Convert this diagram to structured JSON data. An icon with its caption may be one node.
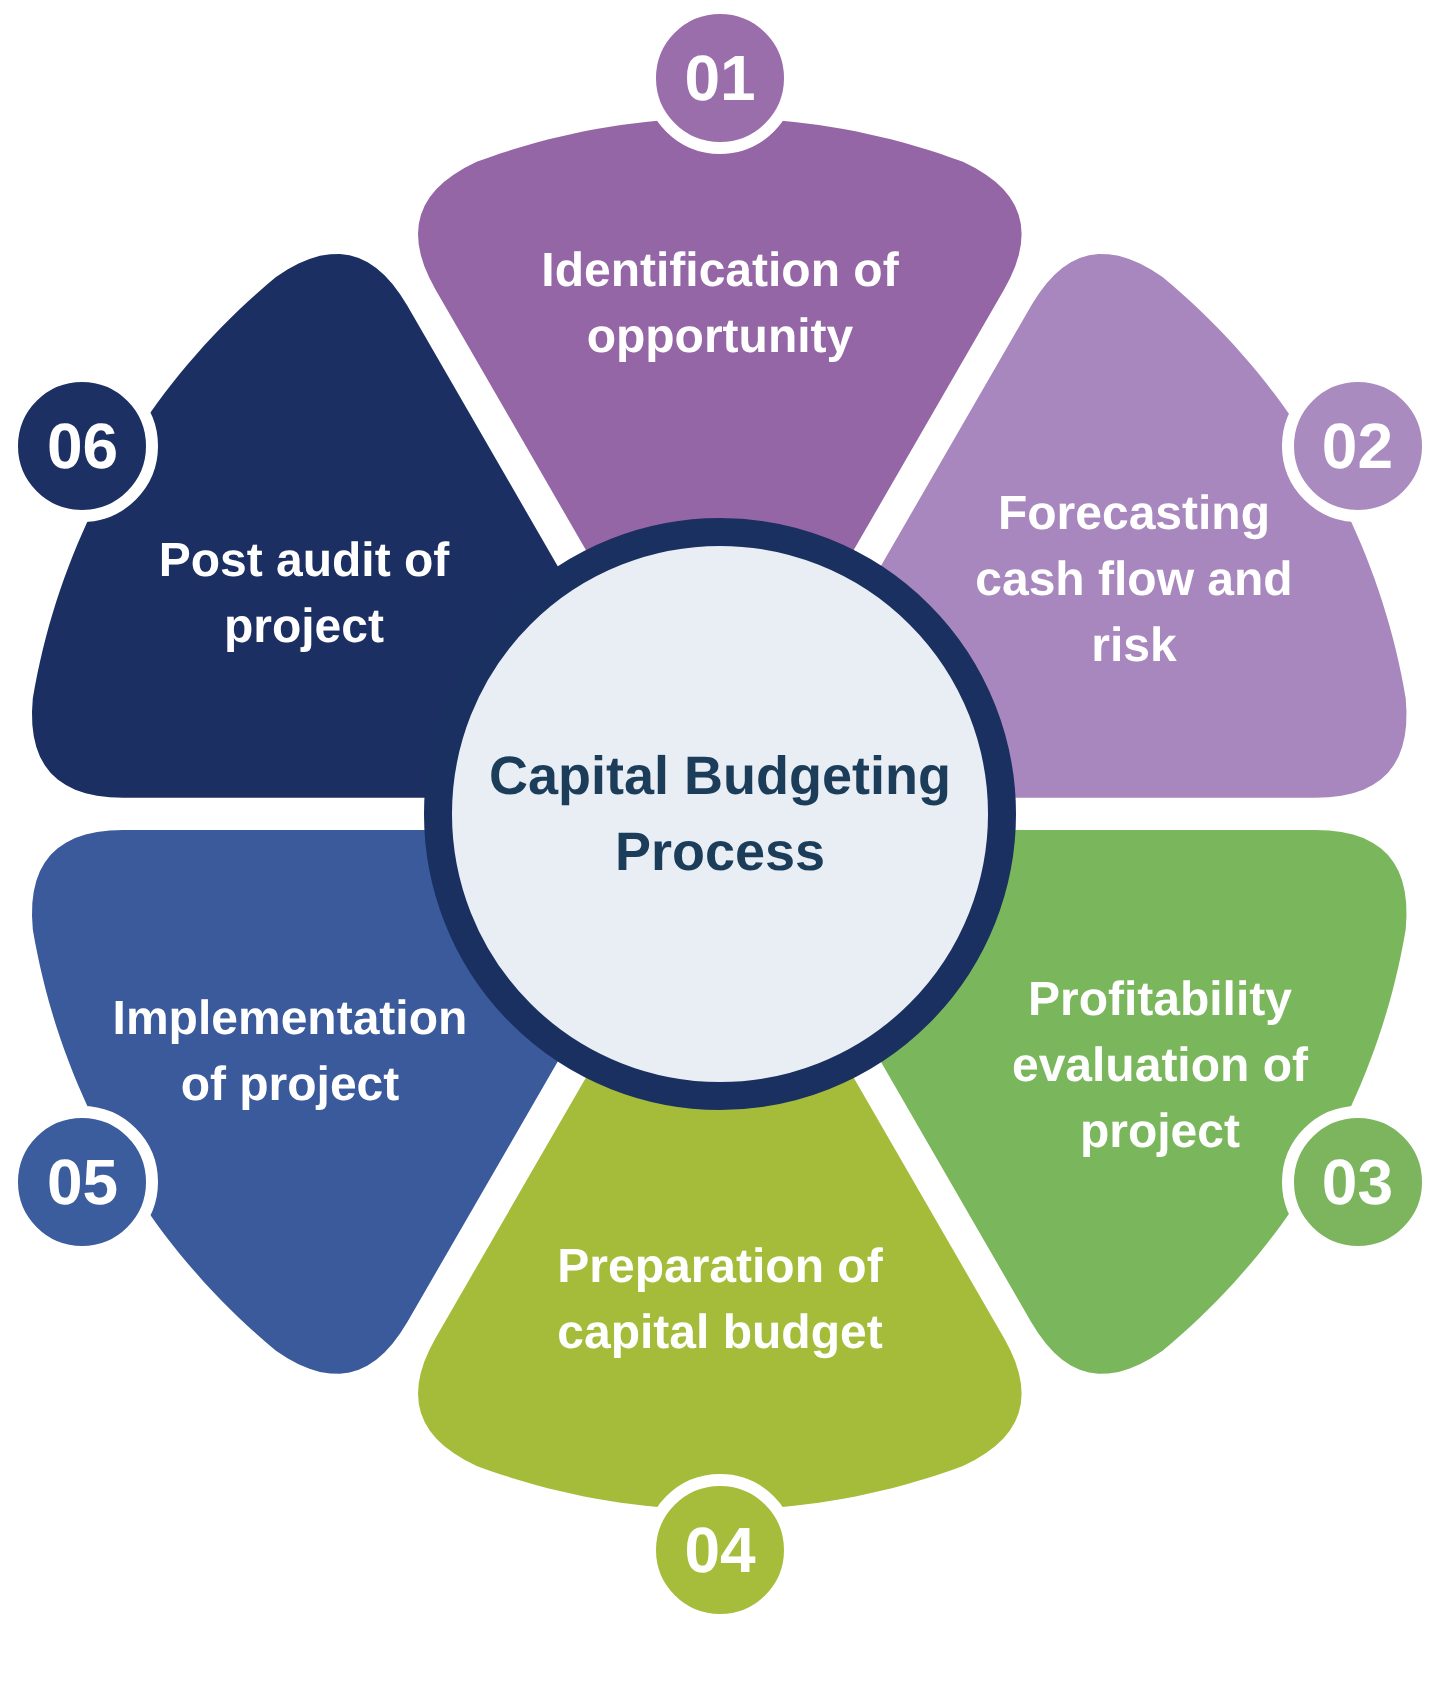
{
  "diagram": {
    "nodes": [
      {
        "text": [
          "Capital Budgeting Process"
        ]
      },
      {
        "text": [
          "01"
        ]
      },
      {
        "text": [
          "Identification of opportunity"
        ]
      },
      {
        "text": [
          "02"
        ]
      },
      {
        "text": [
          "Forecasting cash flow and risk"
        ]
      },
      {
        "text": [
          "03"
        ]
      },
      {
        "text": [
          "Profitability evaluation of project"
        ]
      },
      {
        "text": [
          "04"
        ]
      },
      {
        "text": [
          "Preparation of capital budget"
        ]
      },
      {
        "text": [
          "05"
        ]
      },
      {
        "text": [
          "Implementation of project"
        ]
      },
      {
        "text": [
          "06"
        ]
      },
      {
        "text": [
          "Post audit of project"
        ]
      }
    ],
    "edges": []
  }
}
